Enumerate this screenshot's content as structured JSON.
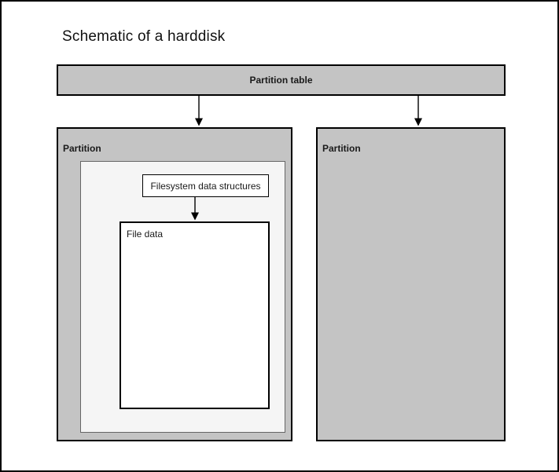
{
  "title": "Schematic of a harddisk",
  "colors": {
    "partition_fill": "#c4c4c4",
    "inner_region_fill": "#f5f5f5",
    "leaf_box_fill": "#ffffff",
    "border_dark": "#000000",
    "inner_region_border": "#666666",
    "text": "#1a1a1a"
  },
  "diagram": {
    "partition_table": {
      "label": "Partition table"
    },
    "partition_left": {
      "label": "Partition"
    },
    "partition_right": {
      "label": "Partition"
    },
    "filesystem_structures": {
      "label": "Filesystem data structures"
    },
    "file_data": {
      "label": "File data"
    },
    "arrows": [
      {
        "from": "partition-table",
        "to": "partition-left"
      },
      {
        "from": "partition-table",
        "to": "partition-right"
      },
      {
        "from": "filesystem-structures",
        "to": "file-data"
      }
    ]
  }
}
